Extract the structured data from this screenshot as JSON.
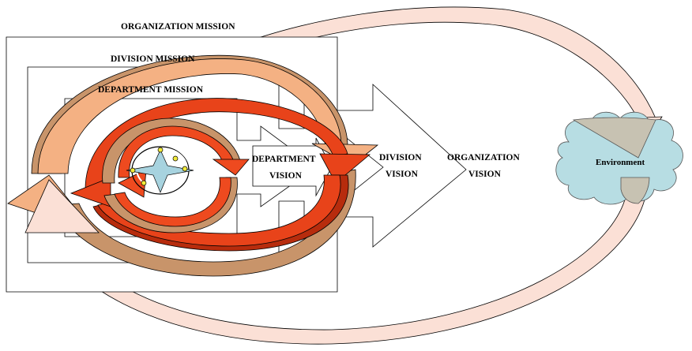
{
  "labels": {
    "organization_mission": "ORGANIZATION MISSION",
    "division_mission": "DIVISION MISSION",
    "department_mission": "DEPARTMENT MISSION",
    "department_vision_line1": "DEPARTMENT",
    "department_vision_line2": "VISION",
    "division_vision_line1": "DIVISION",
    "division_vision_line2": "VISION",
    "organization_vision_line1": "ORGANIZATION",
    "organization_vision_line2": "VISION",
    "environment": "Environment"
  },
  "colors": {
    "outer_loop": "#fbe0d6",
    "division_loop": "#f4b183",
    "division_loop_dark": "#c8946a",
    "department_loop": "#e8431a",
    "department_loop_dark": "#b72c0d",
    "inner_loop": "#ee4a1f",
    "cloud": "#b7dde3",
    "cloud_overlap": "#c7c2b2",
    "star": "#f2ea3a",
    "star_center": "#a7d3df"
  }
}
